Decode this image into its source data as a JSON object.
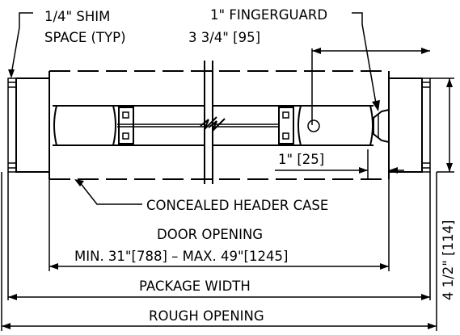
{
  "labels": {
    "shim_line1": "1/4\" SHIM",
    "shim_line2": "SPACE (TYP)",
    "fingerguard": "1\" FINGERGUARD",
    "dim_top": "3 3/4\" [95]",
    "dim_one": "1\" [25]",
    "header_case": "CONCEALED HEADER CASE",
    "door_opening": "DOOR OPENING",
    "door_range": "MIN. 31\"[788] – MAX. 49\"[1245]",
    "package_width": "PACKAGE WIDTH",
    "rough_opening": "ROUGH OPENING",
    "height_dim": "4 1/2\" [114]"
  }
}
